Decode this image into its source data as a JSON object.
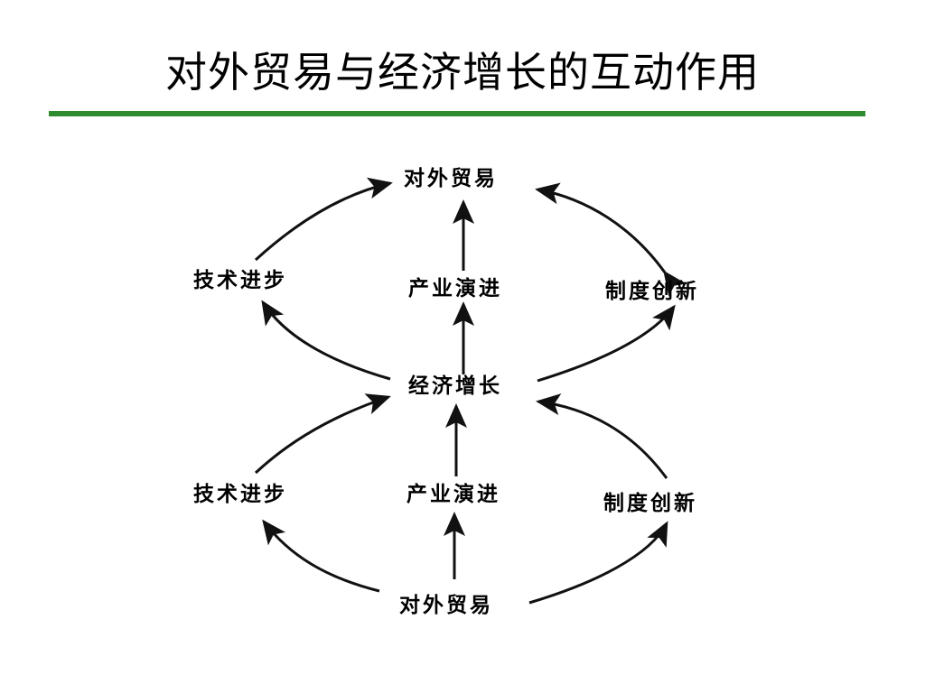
{
  "title": "对外贸易与经济增长的互动作用",
  "colors": {
    "rule": "#2e8b2e",
    "line": "#111111"
  },
  "nodes": {
    "top_trade": "对外贸易",
    "upper_tech": "技术进步",
    "upper_industry": "产业演进",
    "upper_institution": "制度创新",
    "center_growth": "经济增长",
    "lower_tech": "技术进步",
    "lower_industry": "产业演进",
    "lower_institution": "制度创新",
    "bottom_trade": "对外贸易"
  }
}
